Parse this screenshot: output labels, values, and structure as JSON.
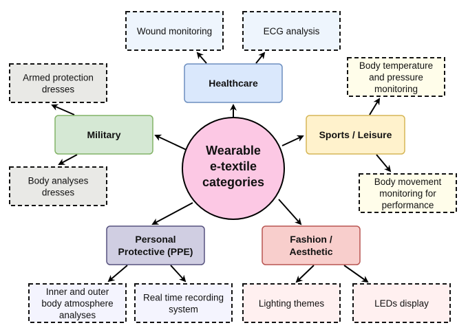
{
  "center": {
    "lines": [
      "Wearable",
      "e-textile",
      "categories"
    ],
    "fill": "#fcc8e4"
  },
  "categories": [
    {
      "id": "healthcare",
      "lines": [
        "Healthcare"
      ],
      "fill": "#dae8fc",
      "stroke": "#6c8ebf",
      "children": [
        {
          "lines": [
            "Wound monitoring"
          ],
          "fill": "#eef5fd"
        },
        {
          "lines": [
            "ECG analysis"
          ],
          "fill": "#eef5fd"
        }
      ]
    },
    {
      "id": "military",
      "lines": [
        "Military"
      ],
      "fill": "#d5e8d4",
      "stroke": "#82b366",
      "children": [
        {
          "lines": [
            "Armed protection",
            "dresses"
          ],
          "fill": "#e9e9e6"
        },
        {
          "lines": [
            "Body analyses",
            "dresses"
          ],
          "fill": "#e9e9e6"
        }
      ]
    },
    {
      "id": "sports",
      "lines": [
        "Sports / Leisure"
      ],
      "fill": "#fff2cc",
      "stroke": "#d6b656",
      "children": [
        {
          "lines": [
            "Body temperature",
            "and pressure",
            "monitoring"
          ],
          "fill": "#fffdea"
        },
        {
          "lines": [
            "Body movement",
            "monitoring for",
            "performance"
          ],
          "fill": "#fffdea"
        }
      ]
    },
    {
      "id": "ppe",
      "lines": [
        "Personal",
        "Protective (PPE)"
      ],
      "fill": "#d0cee2",
      "stroke": "#56517e",
      "children": [
        {
          "lines": [
            "Inner and outer",
            "body atmosphere",
            "analyses"
          ],
          "fill": "#f4f4fe"
        },
        {
          "lines": [
            "Real time recording",
            "system"
          ],
          "fill": "#f4f4fe"
        }
      ]
    },
    {
      "id": "fashion",
      "lines": [
        "Fashion /",
        "Aesthetic"
      ],
      "fill": "#f8cecc",
      "stroke": "#b85450",
      "children": [
        {
          "lines": [
            "Lighting themes"
          ],
          "fill": "#fff0f0"
        },
        {
          "lines": [
            "LEDs display"
          ],
          "fill": "#fff0f0"
        }
      ]
    }
  ]
}
